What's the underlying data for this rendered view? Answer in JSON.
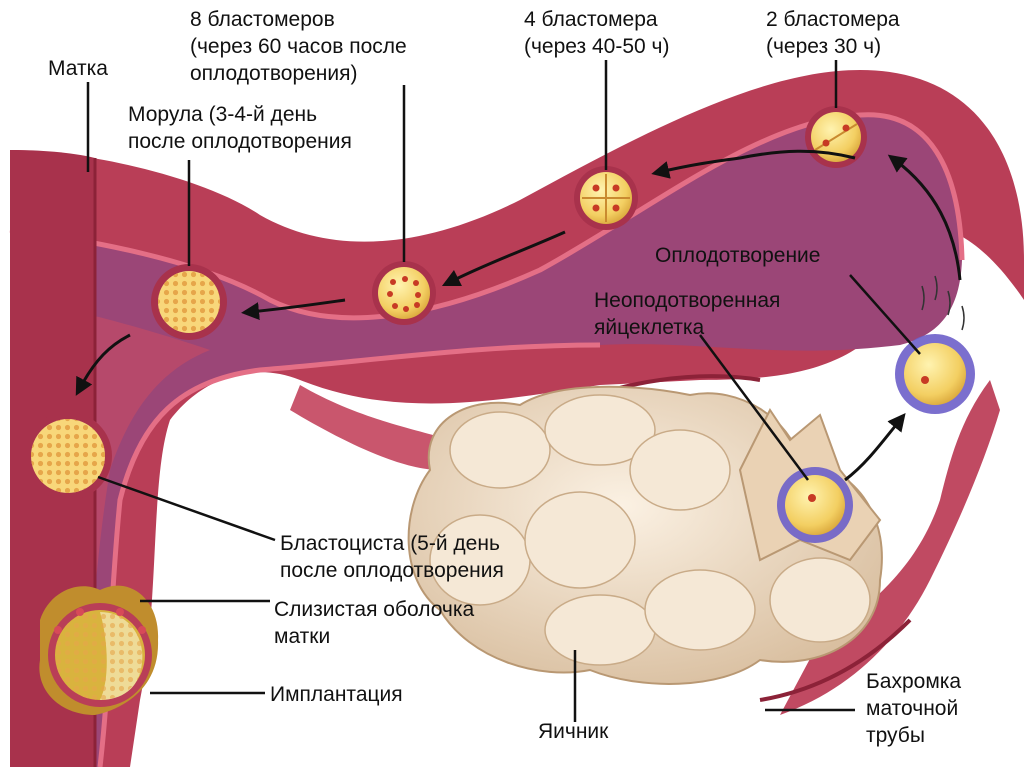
{
  "labels": {
    "uterus": "Матка",
    "eight_blastomeres": [
      "8 бластомеров",
      "(через 60 часов после",
      "оплодотворения)"
    ],
    "four_blastomeres": [
      "4 бластомера",
      "(через 40-50 ч)"
    ],
    "two_blastomeres": [
      "2 бластомера",
      "(через 30 ч)"
    ],
    "morula": [
      "Морула (3-4-й день",
      "после оплодотворения"
    ],
    "fertilization": "Оплодотворение",
    "unfertilized_egg": [
      "Неоподотворенная",
      "яйцеклетка"
    ],
    "blastocyst": [
      "Бластоциста (5-й день",
      "после оплодотворения"
    ],
    "mucosa": [
      "Слизистая оболочка",
      "матки"
    ],
    "implantation": "Имплантация",
    "ovary": "Яичник",
    "fimbriae": [
      "Бахромка",
      "маточной",
      "трубы"
    ]
  },
  "colors": {
    "tissue": "#b93e57",
    "tissue_dark": "#8c2238",
    "tube_lumen": "#9b4677",
    "lining": "#c24a66",
    "ovary": "#efdcc4",
    "cell": "#f6d56a",
    "nucleus": "#c73a24",
    "leader": "#111111"
  }
}
